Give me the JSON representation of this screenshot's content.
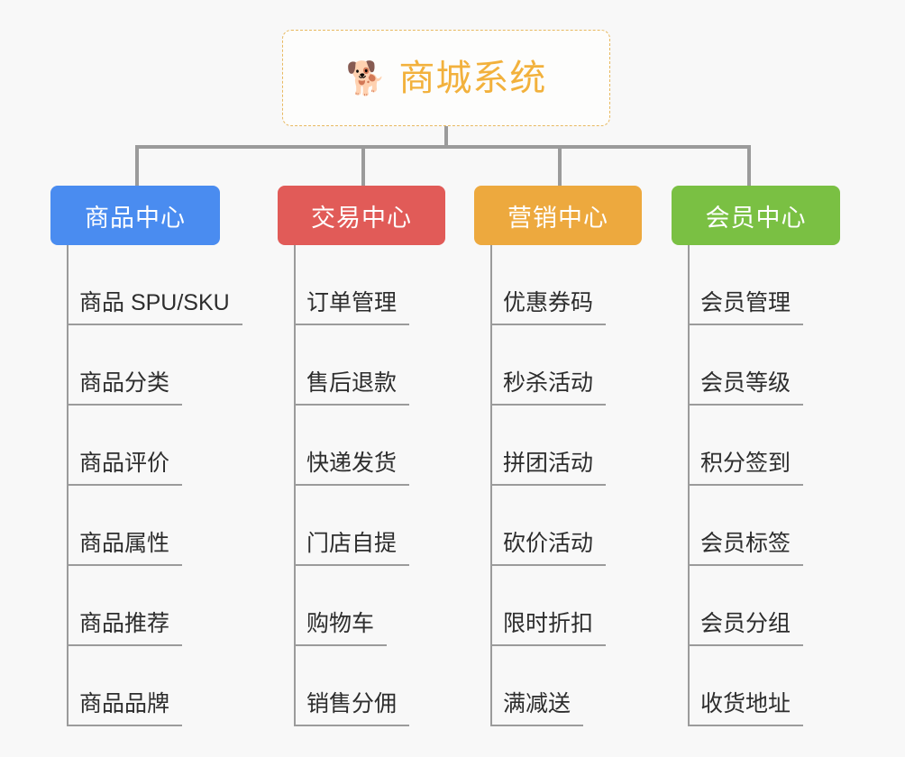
{
  "root": {
    "icon": "shiba-dog-face",
    "emoji": "🐕",
    "title": "商城系统",
    "accent_color": "#f2b13c",
    "border_color": "#e8b960"
  },
  "connector_color": "#9b9b9b",
  "background_color": "#f8f8f8",
  "columns": [
    {
      "header": "商品中心",
      "color": "#4a8cf0",
      "items": [
        "商品 SPU/SKU",
        "商品分类",
        "商品评价",
        "商品属性",
        "商品推荐",
        "商品品牌"
      ]
    },
    {
      "header": "交易中心",
      "color": "#e15b58",
      "items": [
        "订单管理",
        "售后退款",
        "快递发货",
        "门店自提",
        "购物车",
        "销售分佣"
      ]
    },
    {
      "header": "营销中心",
      "color": "#eda93e",
      "items": [
        "优惠券码",
        "秒杀活动",
        "拼团活动",
        "砍价活动",
        "限时折扣",
        "满减送"
      ]
    },
    {
      "header": "会员中心",
      "color": "#7ac043",
      "items": [
        "会员管理",
        "会员等级",
        "积分签到",
        "会员标签",
        "会员分组",
        "收货地址"
      ]
    }
  ]
}
